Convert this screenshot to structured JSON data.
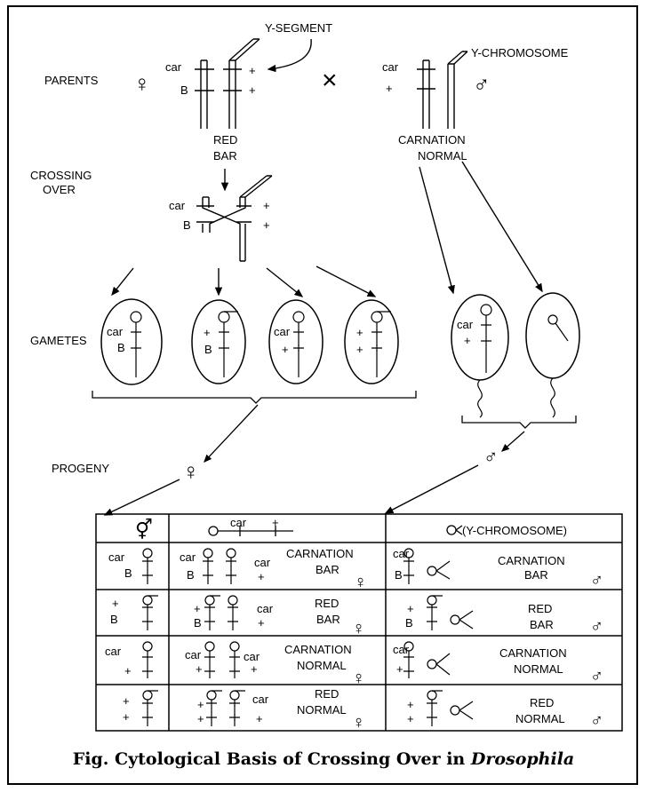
{
  "labels": {
    "y_segment": "Y-SEGMENT",
    "y_chromosome": "Y-CHROMOSOME",
    "parents": "PARENTS",
    "crossing_over_1": "CROSSING",
    "crossing_over_2": "OVER",
    "gametes": "GAMETES",
    "progeny": "PROGENY",
    "red": "RED",
    "bar": "BAR",
    "carnation": "CARNATION",
    "normal": "NORMAL",
    "car": "car",
    "B": "B",
    "plus": "+",
    "cross": "×",
    "female": "♀",
    "male": "♂",
    "female_male": "⚥"
  },
  "table": {
    "header_y": "(Y-CHROMOSOME)",
    "rows": [
      {
        "female_label": [
          "CARNATION",
          "BAR"
        ],
        "male_label": [
          "CARNATION",
          "BAR"
        ]
      },
      {
        "female_label": [
          "RED",
          "BAR"
        ],
        "male_label": [
          "RED",
          "BAR"
        ]
      },
      {
        "female_label": [
          "CARNATION",
          "NORMAL"
        ],
        "male_label": [
          "CARNATION",
          "NORMAL"
        ]
      },
      {
        "female_label": [
          "RED",
          "NORMAL"
        ],
        "male_label": [
          "RED",
          "NORMAL"
        ]
      }
    ]
  },
  "caption": {
    "text": "Fig.  Cytological Basis of Crossing Over in ",
    "italic": "Drosophila"
  }
}
